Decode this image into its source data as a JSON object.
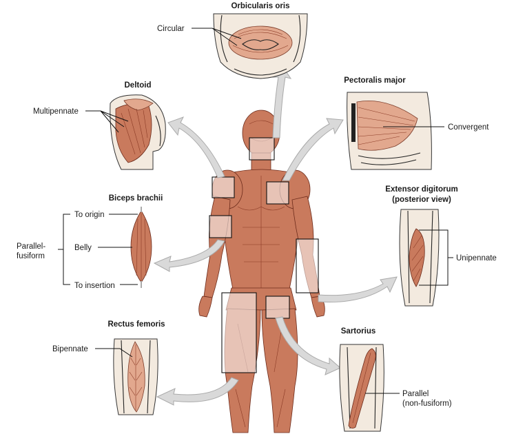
{
  "figure": {
    "orbicularis": {
      "title": "Orbicularis oris",
      "label": "Circular"
    },
    "deltoid": {
      "title": "Deltoid",
      "label": "Multipennate"
    },
    "pectoralis": {
      "title": "Pectoralis major",
      "label": "Convergent"
    },
    "biceps": {
      "title": "Biceps brachii",
      "origin": "To origin",
      "belly": "Belly",
      "insertion": "To insertion",
      "group_line1": "Parallel-",
      "group_line2": "fusiform"
    },
    "extensor": {
      "title_line1": "Extensor digitorum",
      "title_line2": "(posterior view)",
      "label": "Unipennate"
    },
    "rectus": {
      "title": "Rectus femoris",
      "label": "Bipennate"
    },
    "sartorius": {
      "title": "Sartorius",
      "label_line1": "Parallel",
      "label_line2": "(non-fusiform)"
    }
  },
  "colors": {
    "muscle": "#c97a5d",
    "arrow": "#d9d9d9",
    "highlight": "#f2ddd3"
  }
}
